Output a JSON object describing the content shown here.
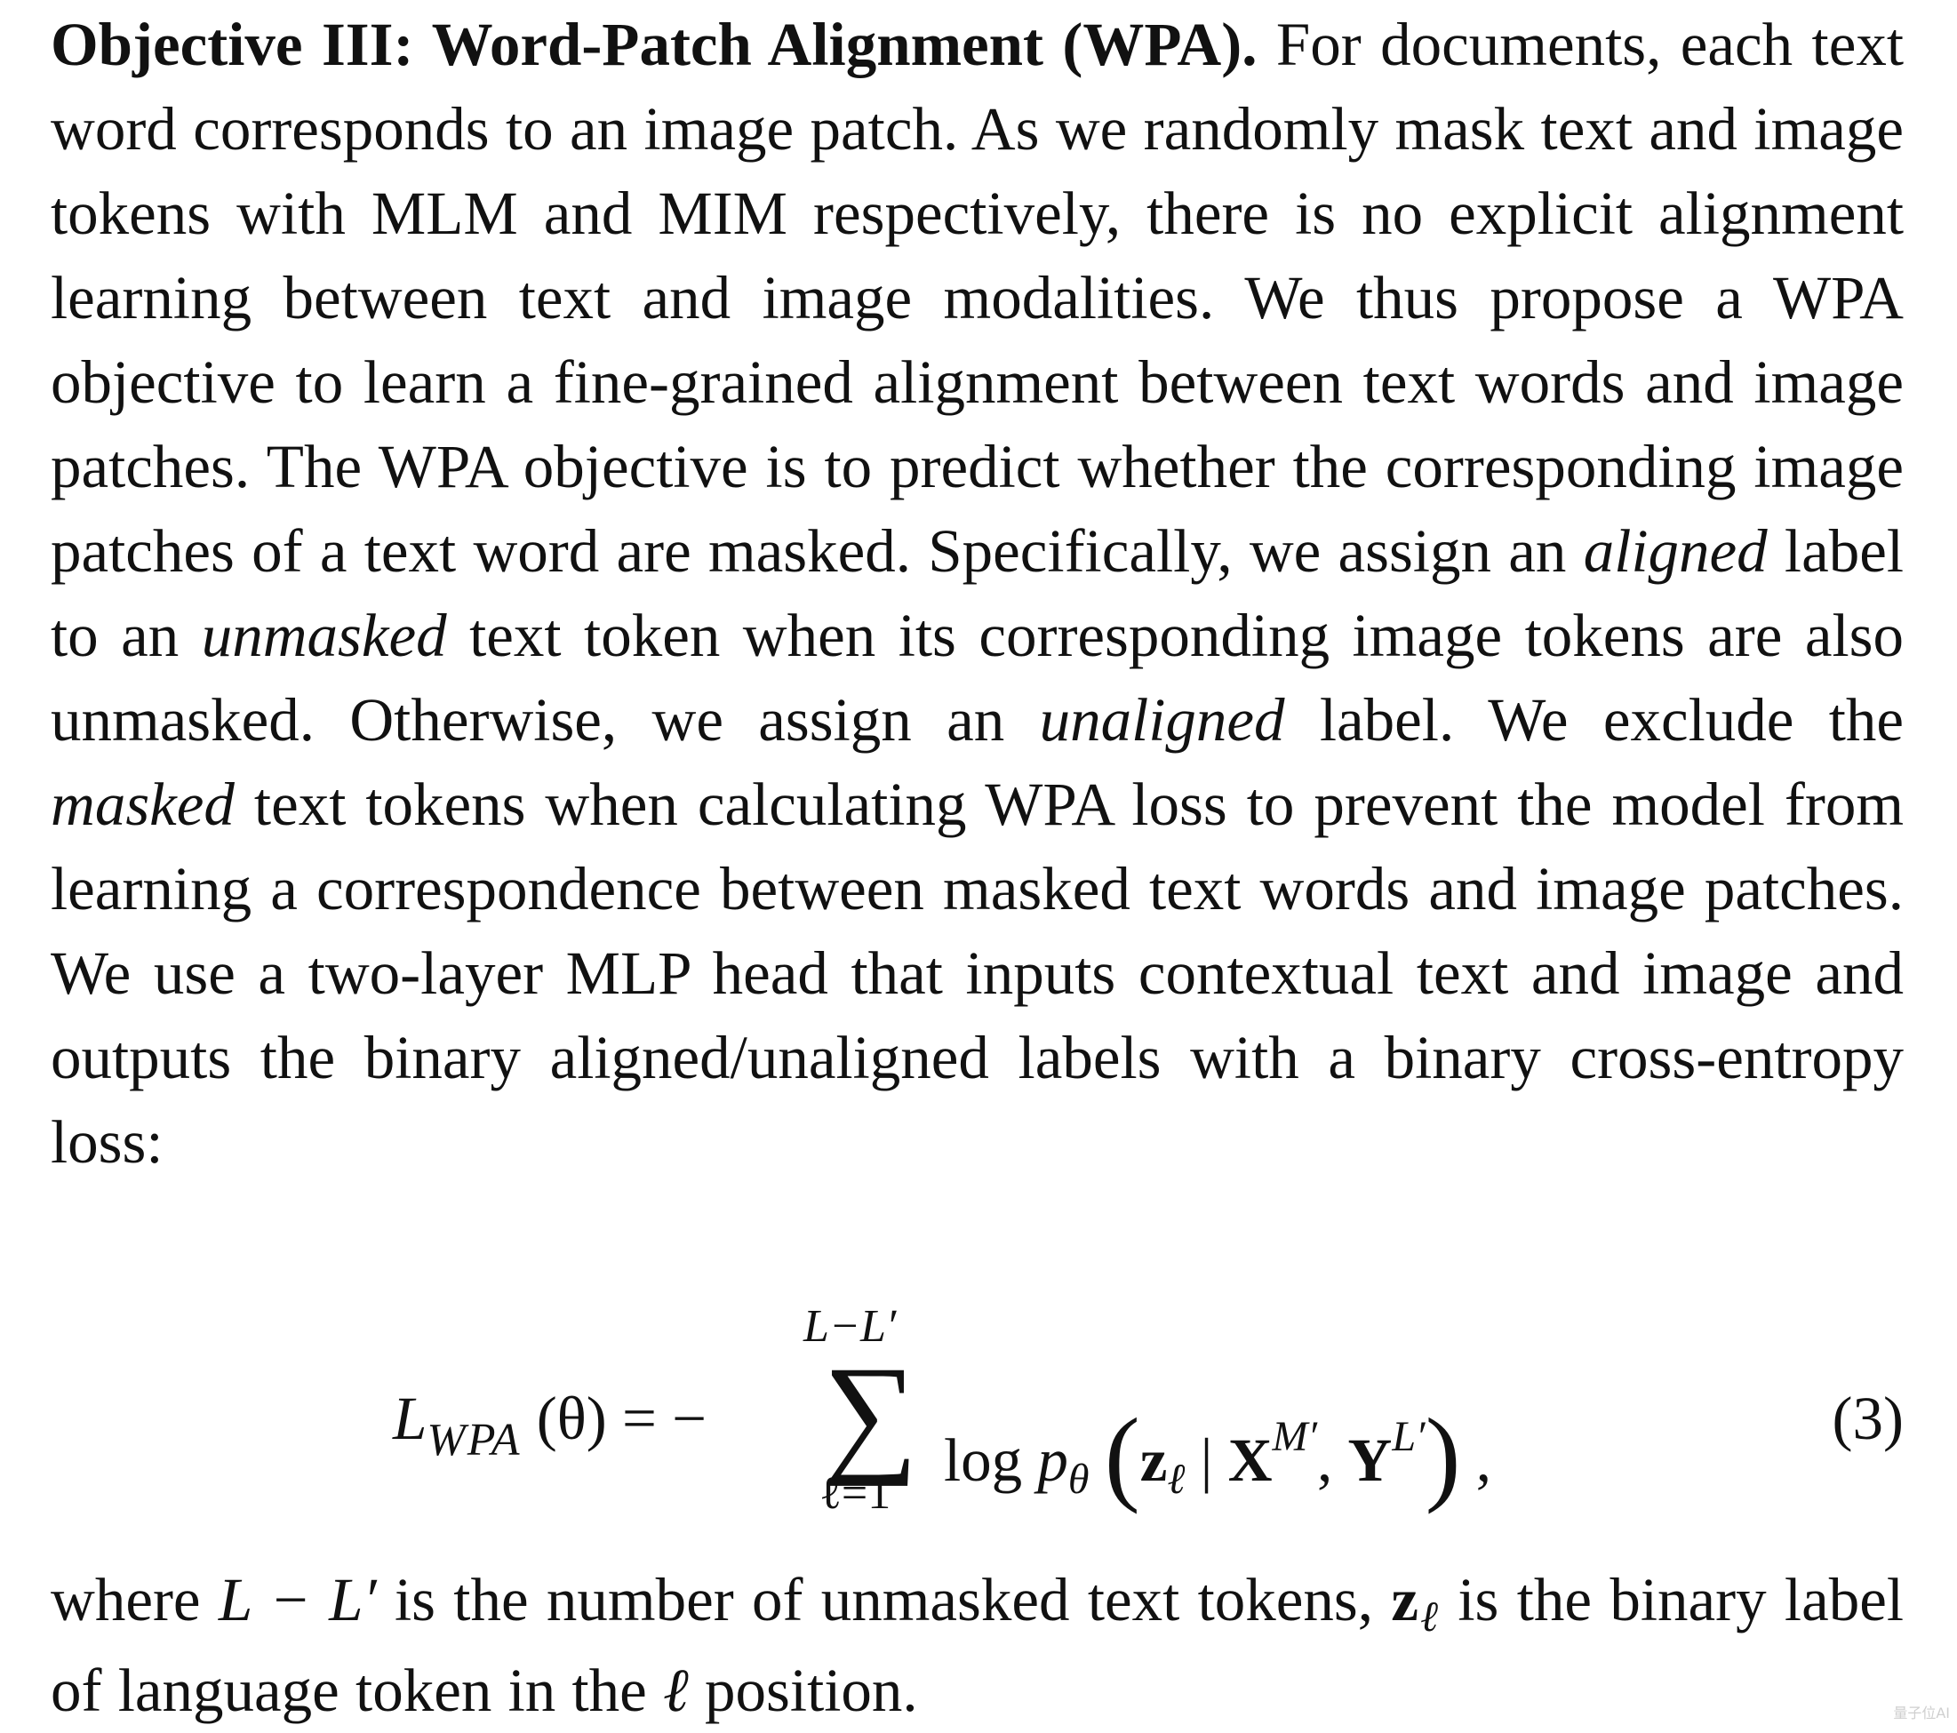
{
  "heading": "Objective III: Word-Patch Alignment (WPA).",
  "para1": {
    "s1": " For documents, each text word corresponds to an image patch. As we randomly mask text and image tokens with MLM and MIM respectively, there is no explicit alignment learning between text and image modalities. We thus propose a WPA objective to learn a fine-grained alignment between text words and image patches. The WPA objective is to predict whether the corresponding image patches of a text word are masked. Specifically, we assign an ",
    "i1": "aligned",
    "s2": " label to an ",
    "i2": "unmasked",
    "s3": " text token when its corresponding image tokens are also unmasked. Otherwise, we assign an ",
    "i3": "unaligned",
    "s4": " label. We exclude the ",
    "i4": "masked",
    "s5": " text tokens when calculating WPA loss to prevent the model from learning a correspondence between masked text words and image patches. We use a two-layer MLP head that inputs contextual text and image and outputs the binary aligned/unaligned labels with a binary cross-entropy loss:"
  },
  "equation": {
    "lhs_L": "L",
    "lhs_sub": "WPA",
    "lhs_rest": " (θ) = −",
    "sum_upper": "L−L′",
    "sum_symbol": "∑",
    "sum_lower": "ℓ=1",
    "log": "log ",
    "p": "p",
    "p_sub": "θ",
    "z": "z",
    "z_sub": "ℓ",
    "bar": " | ",
    "X": "X",
    "X_sup": "M′",
    "comma": ", ",
    "Y": "Y",
    "Y_sup": "L′",
    "trail": " ,",
    "number": "(3)"
  },
  "para2": {
    "s1": "where ",
    "m1": "L − L′",
    "s2": " is the number of unmasked text tokens, ",
    "z": "z",
    "z_sub": "ℓ",
    "s3": " is the binary label of language token in the ",
    "ell": "ℓ",
    "s4": " position."
  },
  "watermark": "量子位AI"
}
